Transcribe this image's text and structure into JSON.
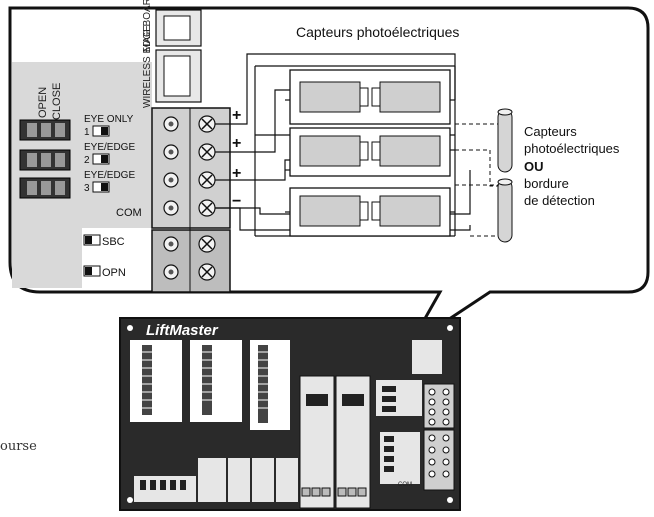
{
  "callout": {
    "title": "Capteurs photoélectriques",
    "side_label_line1": "Capteurs",
    "side_label_line2": "photoélectriques",
    "side_label_or": "OU",
    "side_label_line3": "bordure",
    "side_label_line4": "de détection"
  },
  "board_labels": {
    "mag_board": "MAG BOARD",
    "wireless_edge": "WIRELESS EDGE",
    "open": "OPEN",
    "close": "CLOSE",
    "eye_only": "EYE ONLY",
    "eye_edge_2": "EYE/EDGE",
    "eye_edge_3": "EYE/EDGE",
    "num_1": "1",
    "num_2": "2",
    "num_3": "3",
    "com": "COM",
    "sbc": "SBC",
    "opn": "OPN",
    "plus_1": "+",
    "plus_2": "+",
    "plus_3": "+",
    "minus": "−"
  },
  "main_board": {
    "brand": "LiftMaster",
    "com": "COM"
  },
  "background_text": {
    "course_1": "ourse",
    "course_2": "ourse"
  }
}
